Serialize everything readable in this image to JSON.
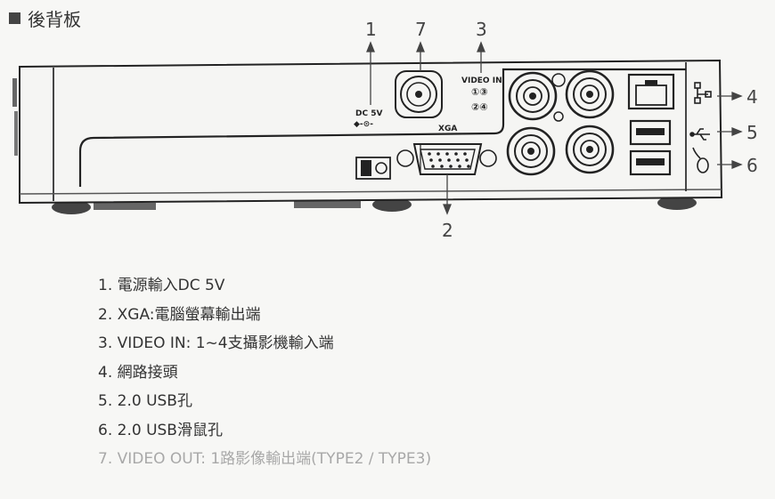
{
  "title": "後背板",
  "diagram": {
    "callouts": [
      "1",
      "7",
      "3",
      "2",
      "4",
      "5",
      "6"
    ],
    "panel_labels": {
      "video_in": "VIDEO IN",
      "ch13": "①③",
      "ch24": "②④",
      "dc": "DC 5V",
      "dc_symbol": "◆-⊙-",
      "xga": "XGA"
    }
  },
  "legend": [
    "1. 電源輸入DC 5V",
    "2. XGA:電腦螢幕輸出端",
    "3. VIDEO IN: 1~4支攝影機輸入端",
    "4. 網路接頭",
    "5. 2.0 USB孔",
    "6. 2.0 USB滑鼠孔",
    "7. VIDEO OUT: 1路影像輸出端(TYPE2 / TYPE3)"
  ]
}
